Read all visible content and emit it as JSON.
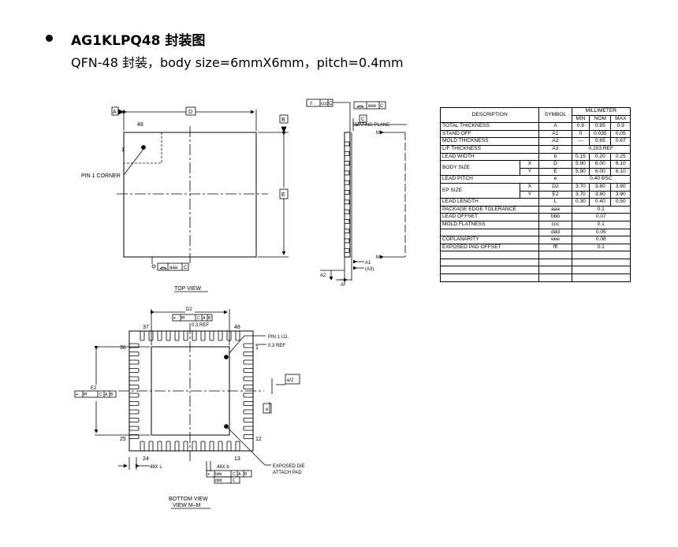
{
  "header": {
    "title": "AG1KLPQ48 封装图",
    "subtitle": "QFN-48 封装，body size=6mmX6mm，pitch=0.4mm"
  },
  "top_view": {
    "datum_a": "A",
    "datum_d": "D",
    "datum_b": "B",
    "datum_e": "E",
    "pin48": "48",
    "pin1": "1",
    "pin1_corner": "PIN 1 CORNER",
    "tol_aaa": "aaa",
    "tol_c": "C",
    "caption": "TOP VIEW"
  },
  "side_view": {
    "fcf_ccc": "ccc",
    "fcf_c": "C",
    "fcf_eee": "eee",
    "datum_c": "C",
    "seating_plane": "SEATING PLANE",
    "m_top": "M",
    "m_bottom": "M",
    "a1": "A1",
    "a3": "(A3)",
    "a2": "A2",
    "a": "A"
  },
  "bottom_view": {
    "d2": "D2",
    "fff_frame": [
      "fff",
      "C",
      "A",
      "B"
    ],
    "ref_03_top": "0.3 REF",
    "pin37": "37",
    "pin48": "48",
    "pin36": "36",
    "pin25": "25",
    "pin24": "24",
    "pin13": "13",
    "pin12": "12",
    "pin1": "1",
    "pin1_id": "PIN 1 I.D.",
    "ref_03_right": "0.3 REF",
    "e_half": "e/2",
    "e": "e",
    "e2": "E2",
    "left_frame": [
      "fff",
      "C",
      "A",
      "B"
    ],
    "lead_l": "48X L",
    "lead_b": "48X b",
    "bbb_frame": [
      "bbb",
      "C",
      "A",
      "B"
    ],
    "ddd_frame": [
      "ddd",
      "C"
    ],
    "exposed_die": "EXPOSED DIE",
    "attach_pad": "ATTACH PAD",
    "caption1": "BOTTOM VIEW",
    "caption2": "VIEW M–M"
  },
  "dim_table": {
    "h_description": "DESCRIPTION",
    "h_symbol": "SYMBOL",
    "h_millimeter": "MILLIMETER",
    "h_min": "MIN",
    "h_nom": "NOM",
    "h_max": "MAX",
    "rows": [
      {
        "desc": "TOTAL THICKNESS",
        "sub": "",
        "sym": "A",
        "min": "0.8",
        "nom": "0.85",
        "max": "0.9"
      },
      {
        "desc": "STAND OFF",
        "sub": "",
        "sym": "A1",
        "min": "0",
        "nom": "0.035",
        "max": "0.05"
      },
      {
        "desc": "MOLD THICKNESS",
        "sub": "",
        "sym": "A2",
        "min": "---",
        "nom": "0.65",
        "max": "0.67"
      },
      {
        "desc": "L/F THICKNESS",
        "sub": "",
        "sym": "A3",
        "span": "0.203 REF"
      },
      {
        "desc": "LEAD WIDTH",
        "sub": "",
        "sym": "b",
        "min": "0.15",
        "nom": "0.20",
        "max": "0.25"
      },
      {
        "desc": "BODY SIZE",
        "sub": "X",
        "sym": "D",
        "min": "5.90",
        "nom": "6.00",
        "max": "6.10"
      },
      {
        "desc": "",
        "sub": "Y",
        "sym": "E",
        "min": "5.90",
        "nom": "6.00",
        "max": "6.10"
      },
      {
        "desc": "LEAD PITCH",
        "sub": "",
        "sym": "e",
        "span": "0.40 BSC"
      },
      {
        "desc": "EP SIZE",
        "sub": "X",
        "sym": "D2",
        "min": "3.70",
        "nom": "3.80",
        "max": "3.90"
      },
      {
        "desc": "",
        "sub": "Y",
        "sym": "E2",
        "min": "3.70",
        "nom": "3.80",
        "max": "3.90"
      },
      {
        "desc": "LEAD LENGTH",
        "sub": "",
        "sym": "L",
        "min": "0.30",
        "nom": "0.40",
        "max": "0.50"
      },
      {
        "desc": "PACKAGE EDGE TOLERANCE",
        "sub": "",
        "sym": "aaa",
        "span": "0.1"
      },
      {
        "desc": "LEAD OFFSET",
        "sub": "",
        "sym": "bbb",
        "span": "0.07"
      },
      {
        "desc": "MOLD FLATNESS",
        "sub": "",
        "sym": "ccc",
        "span": "0.1"
      },
      {
        "desc": "",
        "sub": "",
        "sym": "ddd",
        "span": "0.05"
      },
      {
        "desc": "COPLANARITY",
        "sub": "",
        "sym": "eee",
        "span": "0.08"
      },
      {
        "desc": "EXPOSED PAD OFFSET",
        "sub": "",
        "sym": "fff",
        "span": "0.1"
      },
      {
        "desc": "",
        "sub": "",
        "sym": "",
        "span": ""
      },
      {
        "desc": "",
        "sub": "",
        "sym": "",
        "span": ""
      },
      {
        "desc": "",
        "sub": "",
        "sym": "",
        "span": ""
      },
      {
        "desc": "",
        "sub": "",
        "sym": "",
        "span": ""
      }
    ]
  }
}
